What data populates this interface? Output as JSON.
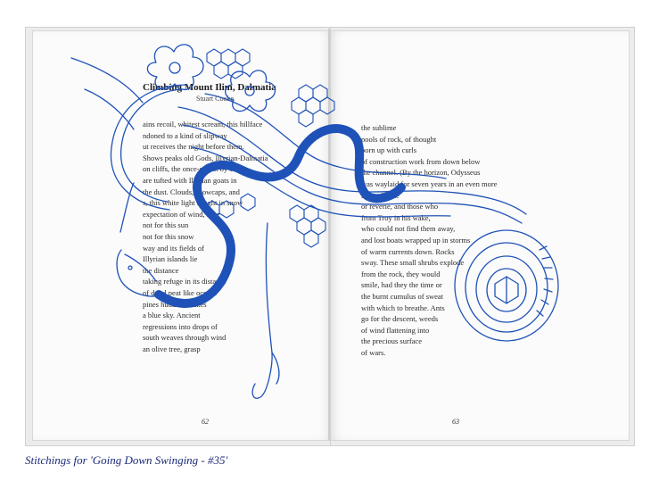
{
  "book": {
    "left_page": {
      "title": "Climbing Mount Ilim, Dalmatia",
      "author": "Stuart Cooke",
      "lines": [
        "ains recoil, whitest scream, this hillface",
        "ndoned to a kind of slipway",
        "ut receives the night before them.",
        "Shows peaks old Gods, Illyrian-Dalmatia",
        "on cliffs, the once-sun lit by snow",
        "are tufted with Illyrian goats in",
        "the dust. Clouds, snowcaps, and",
        "s, this white light caught in snow",
        "expectation of wind, here",
        "not for this sun",
        "not for this snow",
        "way and its fields of",
        "Illyrian islands lie",
        "the distance",
        "taking refuge in its distance",
        "of dried peat like oceans",
        "pines huddle in lakes",
        "a blue sky. Ancient",
        "regressions into drops of",
        "south weaves through wind",
        "an olive tree, grasp"
      ],
      "page_number": "62"
    },
    "right_page": {
      "lines": [
        "the sublime",
        "pools of rock, of thought",
        "born up with curls",
        "of construction work from down below",
        "the channel. (By the horizon, Odysseus",
        "was waylaid for seven years in an even more",
        "sensual state",
        "or reverie, and those who",
        "from Troy in his wake,",
        "who could not find them away,",
        "and lost boats wrapped up in storms",
        "of warm currents down. Rocks",
        "sway. These small shrubs explode",
        "from the rock, they would",
        "smile, had they the time or",
        "the burnt cumulus of sweat",
        "with which to breathe. Ants",
        "go for the descent, weeds",
        "of wind flattening into",
        "the precious surface",
        "of wars."
      ],
      "page_number": "63"
    }
  },
  "caption": "Stitchings for 'Going Down Swinging - #35'",
  "colors": {
    "stitch_blue": "#1f52b8",
    "caption_blue": "#1b2a78"
  }
}
